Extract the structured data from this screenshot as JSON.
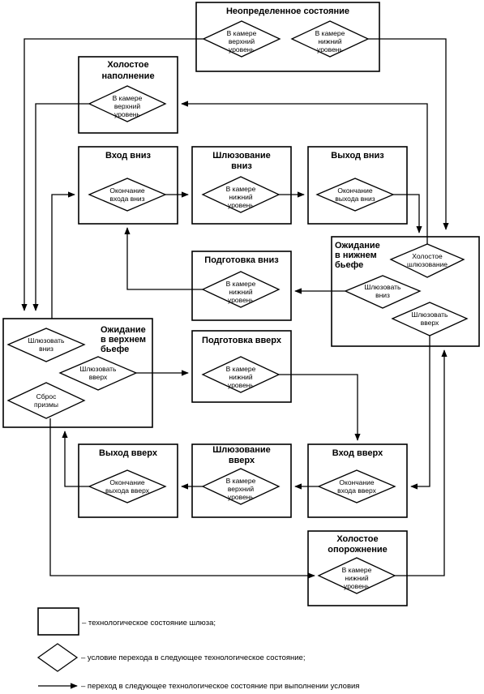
{
  "states": {
    "undefined_state": "Неопределенное состояние",
    "idle_fill": [
      "Холостое",
      "наполнение"
    ],
    "entry_down": "Вход вниз",
    "lock_down": [
      "Шлюзование",
      "вниз"
    ],
    "exit_down": "Выход вниз",
    "wait_lower": [
      "Ожидание",
      "в нижнем",
      "бьефе"
    ],
    "prep_down": "Подготовка вниз",
    "wait_upper": [
      "Ожидание",
      "в верхнем",
      "бьефе"
    ],
    "prep_up": "Подготовка вверх",
    "exit_up": "Выход вверх",
    "lock_up": [
      "Шлюзование",
      "вверх"
    ],
    "entry_up": "Вход вверх",
    "idle_drain": [
      "Холостое",
      "опорожнение"
    ]
  },
  "conditions": {
    "chamber_upper": [
      "В камере",
      "верхний",
      "уровень"
    ],
    "chamber_lower": [
      "В камере",
      "нижний",
      "уровень"
    ],
    "end_entry_down": [
      "Окончание",
      "входа вниз"
    ],
    "end_exit_down": [
      "Окончание",
      "выхода вниз"
    ],
    "idle_locking": [
      "Холостое",
      "шлюзование"
    ],
    "lock_down_cmd": [
      "Шлюзовать",
      "вниз"
    ],
    "lock_up_cmd": [
      "Шлюзовать",
      "вверх"
    ],
    "reset_prism": [
      "Сброс",
      "призмы"
    ],
    "end_exit_up": [
      "Окончание",
      "выхода вверх"
    ],
    "end_entry_up": [
      "Окончание",
      "входа вверх"
    ]
  },
  "legend": {
    "state": "– технологическое состояние шлюза;",
    "condition": "– условие перехода в следующее технологическое состояние;",
    "transition": "– переход в следующее технологическое состояние при выполнении условия"
  }
}
